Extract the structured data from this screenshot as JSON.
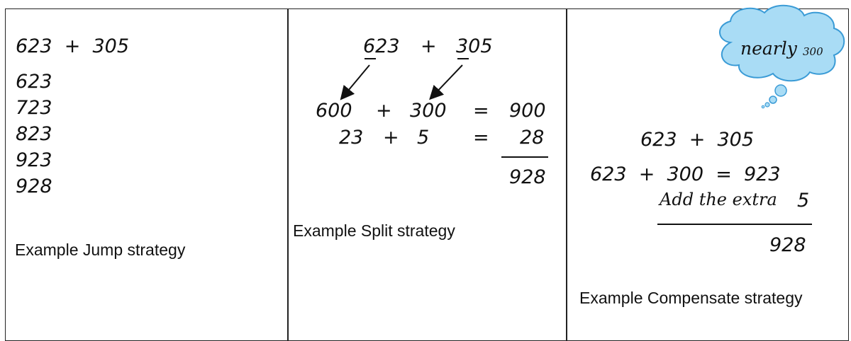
{
  "jump": {
    "problem": "623  +  305",
    "steps": [
      "623",
      "723",
      "823",
      "923",
      "928"
    ],
    "caption": "Example Jump strategy"
  },
  "split": {
    "problem_a": "623",
    "problem_op": "+",
    "problem_b": "305",
    "line1": {
      "a": "600",
      "op": "+",
      "b": "300",
      "eq": "=",
      "result": "900"
    },
    "line2": {
      "a": "23",
      "op": "+",
      "b": "5",
      "eq": "=",
      "result": "28"
    },
    "total": "928",
    "caption": "Example Split strategy"
  },
  "compensate": {
    "cloud_text": "nearly",
    "cloud_number": "300",
    "cloud_color": "#a9dcf5",
    "cloud_outline": "#3a9bd6",
    "problem": "623  +  305",
    "line1": "623  +  300  =  923",
    "note_text": "Add the extra",
    "note_number": "5",
    "total": "928",
    "caption": "Example Compensate strategy"
  }
}
